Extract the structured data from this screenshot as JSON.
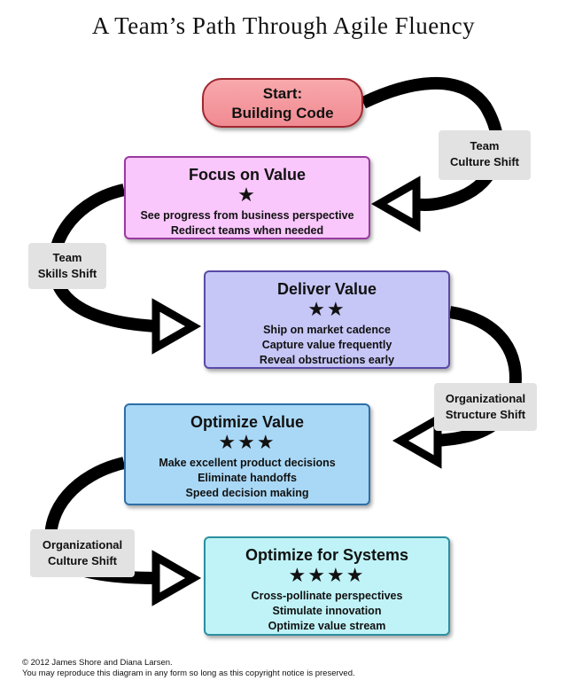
{
  "title": "A Team’s Path Through Agile Fluency",
  "start": {
    "line1": "Start:",
    "line2": "Building Code"
  },
  "zones": [
    {
      "name": "Focus on Value",
      "stars": "★",
      "items": [
        "See progress from business perspective",
        "Redirect teams when needed"
      ],
      "color": "#f9c7fb"
    },
    {
      "name": "Deliver Value",
      "stars": "★★",
      "items": [
        "Ship on market cadence",
        "Capture value frequently",
        "Reveal obstructions early"
      ],
      "color": "#c6c6f7"
    },
    {
      "name": "Optimize Value",
      "stars": "★★★",
      "items": [
        "Make excellent product decisions",
        "Eliminate handoffs",
        "Speed decision making"
      ],
      "color": "#a9d8f6"
    },
    {
      "name": "Optimize for Systems",
      "stars": "★★★★",
      "items": [
        "Cross-pollinate perspectives",
        "Stimulate innovation",
        "Optimize value stream"
      ],
      "color": "#bff3f7"
    }
  ],
  "shifts": [
    {
      "line1": "Team",
      "line2": "Culture Shift"
    },
    {
      "line1": "Team",
      "line2": "Skills Shift"
    },
    {
      "line1": "Organizational",
      "line2": "Structure Shift"
    },
    {
      "line1": "Organizational",
      "line2": "Culture Shift"
    }
  ],
  "footer": {
    "line1": "© 2012 James Shore and Diana Larsen.",
    "line2": "You may reproduce this diagram in any form so long as this copyright notice is preserved."
  }
}
